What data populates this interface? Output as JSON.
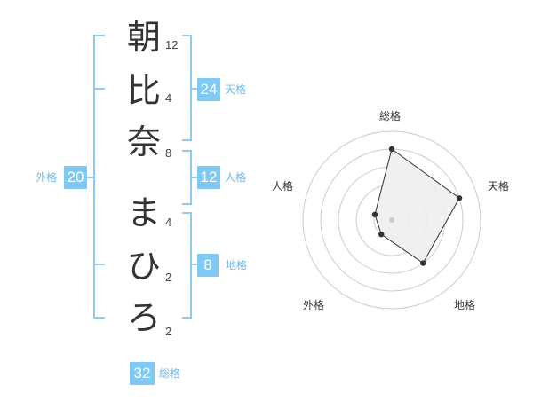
{
  "name": {
    "characters": [
      {
        "char": "朝",
        "strokes": "12"
      },
      {
        "char": "比",
        "strokes": "4"
      },
      {
        "char": "奈",
        "strokes": "8"
      },
      {
        "char": "ま",
        "strokes": "4"
      },
      {
        "char": "ひ",
        "strokes": "2"
      },
      {
        "char": "ろ",
        "strokes": "2"
      }
    ]
  },
  "kakusu": {
    "tenkaku": {
      "value": "24",
      "label": "天格"
    },
    "jinkaku": {
      "value": "12",
      "label": "人格"
    },
    "chikaku": {
      "value": "8",
      "label": "地格"
    },
    "gaikaku": {
      "value": "20",
      "label": "外格"
    },
    "soukaku": {
      "value": "32",
      "label": "総格"
    }
  },
  "radar": {
    "axes": [
      "総格",
      "天格",
      "地格",
      "外格",
      "人格"
    ],
    "values": [
      0.8,
      0.8,
      0.6,
      0.2,
      0.2
    ],
    "rings": 5,
    "fill_color": "#eeeeee",
    "line_color": "#333333",
    "ring_color": "#cccccc"
  },
  "colors": {
    "accent": "#7fc9f5",
    "bracket": "#8ccbf2",
    "label": "#6fb8e8"
  }
}
